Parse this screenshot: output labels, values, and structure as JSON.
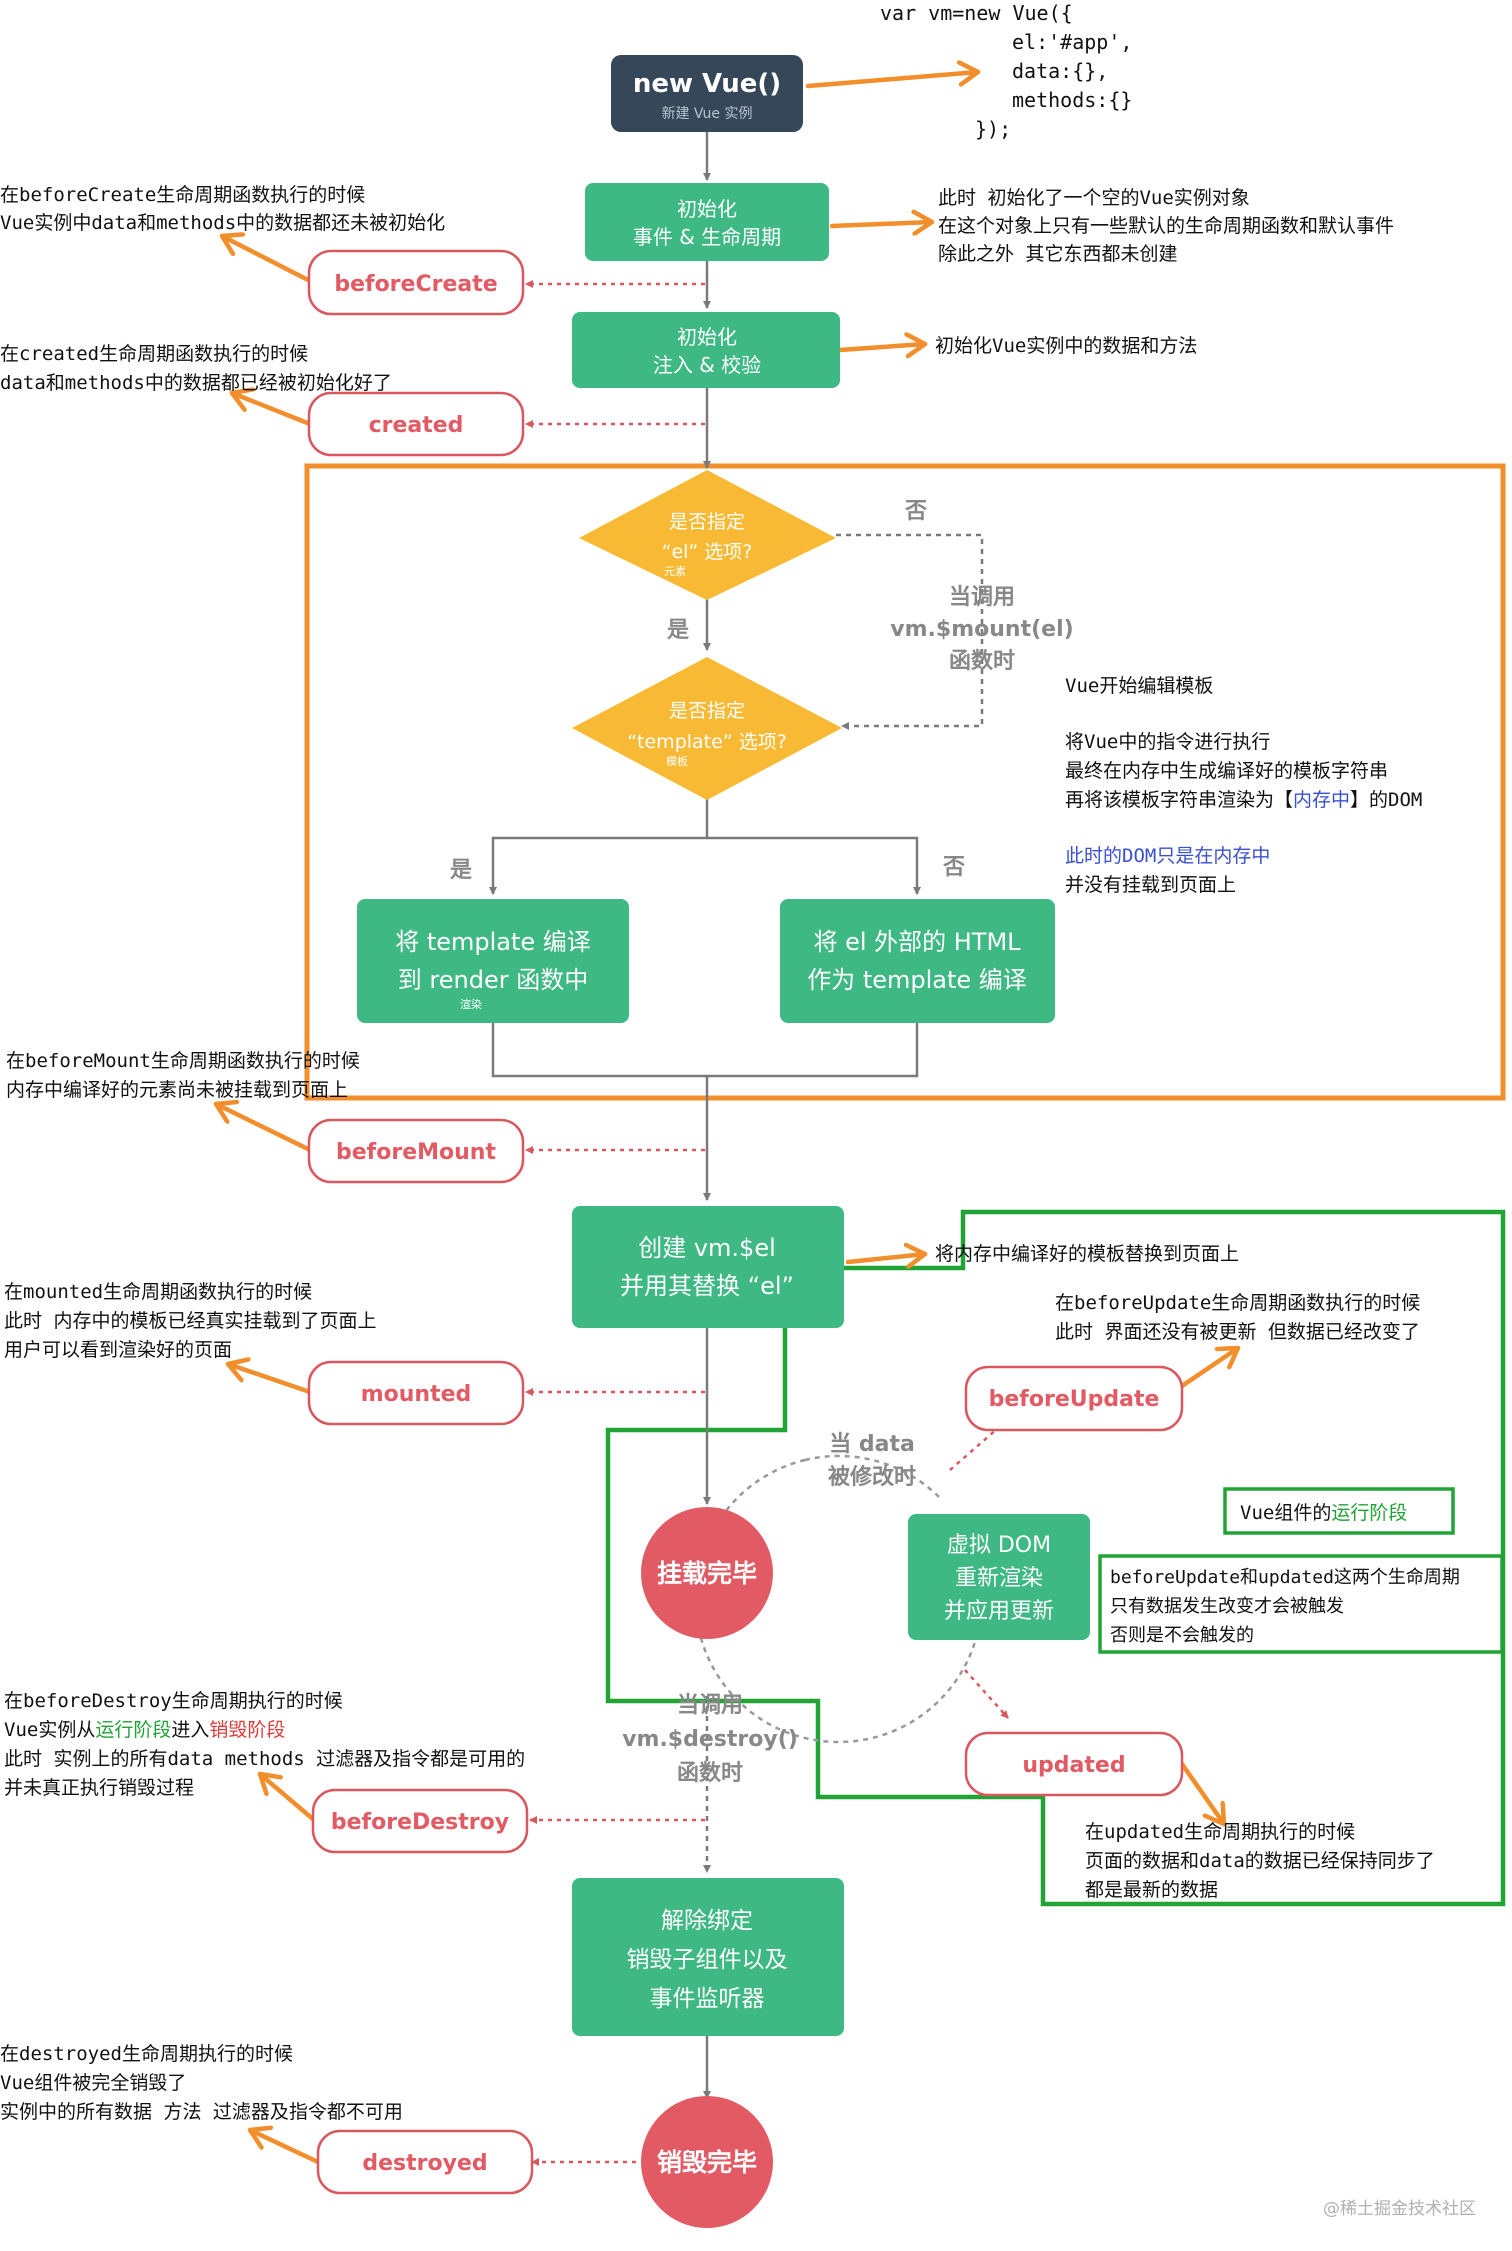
{
  "colors": {
    "green": "#3fb983",
    "dark": "#37475a",
    "yellow": "#f8ba35",
    "red": "#e25a63",
    "orange": "#f28e2b",
    "frame_green": "#22a336",
    "blue": "#3a4fd1"
  },
  "code": [
    "var vm=new Vue({",
    "el:'#app',",
    "data:{},",
    "methods:{}",
    "});"
  ],
  "nodes": {
    "new_vue": {
      "title": "new Vue()",
      "sub": "新建 Vue 实例"
    },
    "init_events": [
      "初始化",
      "事件 & 生命周期"
    ],
    "init_inject": [
      "初始化",
      "注入 & 校验"
    ],
    "has_el": {
      "lines": [
        "是否指定",
        "“el” 选项?"
      ],
      "small": "元素"
    },
    "has_template": {
      "lines": [
        "是否指定",
        "“template” 选项?"
      ],
      "small": "模板"
    },
    "compile_template": {
      "lines": [
        "将 template 编译",
        "到 render 函数中"
      ],
      "small": "渲染"
    },
    "compile_el": [
      "将 el 外部的 HTML",
      "作为 template 编译"
    ],
    "create_el": [
      "创建 vm.$el",
      "并用其替换 “el”"
    ],
    "mounted_circle": "挂载完毕",
    "virtual_dom": [
      "虚拟 DOM",
      "重新渲染",
      "并应用更新"
    ],
    "teardown": [
      "解除绑定",
      "销毁子组件以及",
      "事件监听器"
    ],
    "destroyed_circle": "销毁完毕"
  },
  "hooks": {
    "beforeCreate": "beforeCreate",
    "created": "created",
    "beforeMount": "beforeMount",
    "mounted": "mounted",
    "beforeUpdate": "beforeUpdate",
    "updated": "updated",
    "beforeDestroy": "beforeDestroy",
    "destroyed": "destroyed"
  },
  "labels": {
    "yes1": "是",
    "no1": "否",
    "yes2": "是",
    "no2": "否",
    "call_mount": [
      "当调用",
      "vm.$mount(el)",
      "函数时"
    ],
    "data_changed": [
      "当 data",
      "被修改时"
    ],
    "call_destroy": [
      "当调用",
      "vm.$destroy()",
      "函数时"
    ]
  },
  "notes": {
    "init_object": [
      "此时  初始化了一个空的Vue实例对象",
      "在这个对象上只有一些默认的生命周期函数和默认事件",
      "除此之外  其它东西都未创建"
    ],
    "init_data": "初始化Vue实例中的数据和方法",
    "beforeCreate": [
      "在beforeCreate生命周期函数执行的时候",
      "Vue实例中data和methods中的数据都还未被初始化"
    ],
    "created": [
      "在created生命周期函数执行的时候",
      "data和methods中的数据都已经被初始化好了"
    ],
    "compile_title": "Vue开始编辑模板",
    "compile_body": [
      "将Vue中的指令进行执行",
      "最终在内存中生成编译好的模板字符串"
    ],
    "render_prefix": "再将该模板字符串渲染为【",
    "render_mid": "内存中",
    "render_suffix": "】的DOM",
    "dom_memory": "此时的DOM只是在内存中",
    "not_mounted": "并没有挂载到页面上",
    "beforeMount": [
      "在beforeMount生命周期函数执行的时候",
      "内存中编译好的元素尚未被挂载到页面上"
    ],
    "replace": "将内存中编译好的模板替换到页面上",
    "mounted": [
      "在mounted生命周期函数执行的时候",
      "此时  内存中的模板已经真实挂载到了页面上",
      "用户可以看到渲染好的页面"
    ],
    "beforeUpdate": [
      "在beforeUpdate生命周期函数执行的时候",
      "此时  界面还没有被更新  但数据已经改变了"
    ],
    "run_stage_prefix": "Vue组件的",
    "run_stage_word": "运行阶段",
    "update_hooks": [
      "beforeUpdate和updated这两个生命周期",
      "只有数据发生改变才会被触发",
      "否则是不会触发的"
    ],
    "bd_line1": "在beforeDestroy生命周期执行的时候",
    "bd_prefix": "Vue实例从",
    "bd_run": "运行阶段",
    "bd_mid": "进入",
    "bd_destroy": "销毁阶段",
    "bd_rest": [
      "此时  实例上的所有data  methods  过滤器及指令都是可用的",
      "并未真正执行销毁过程"
    ],
    "updated": [
      "在updated生命周期执行的时候",
      "页面的数据和data的数据已经保持同步了",
      "都是最新的数据"
    ],
    "destroyed": [
      "在destroyed生命周期执行的时候",
      "Vue组件被完全销毁了",
      "实例中的所有数据  方法  过滤器及指令都不可用"
    ]
  },
  "watermark": "@稀土掘金技术社区"
}
